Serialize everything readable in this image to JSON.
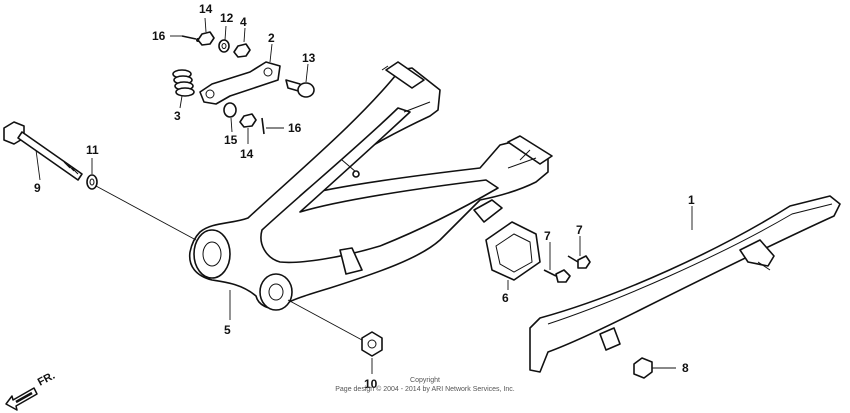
{
  "callouts": {
    "p14a": "14",
    "p12": "12",
    "p4": "4",
    "p16a": "16",
    "p2": "2",
    "p13": "13",
    "p3": "3",
    "p15": "15",
    "p14b": "14",
    "p16b": "16",
    "p11": "11",
    "p9": "9",
    "p5": "5",
    "p6": "6",
    "p7a": "7",
    "p7b": "7",
    "p1": "1",
    "p10": "10",
    "p8": "8"
  },
  "direction": {
    "label": "FR."
  },
  "copyright": {
    "line1": "Copyright",
    "line2": "Page design © 2004 - 2014 by ARI Network Services, Inc."
  }
}
